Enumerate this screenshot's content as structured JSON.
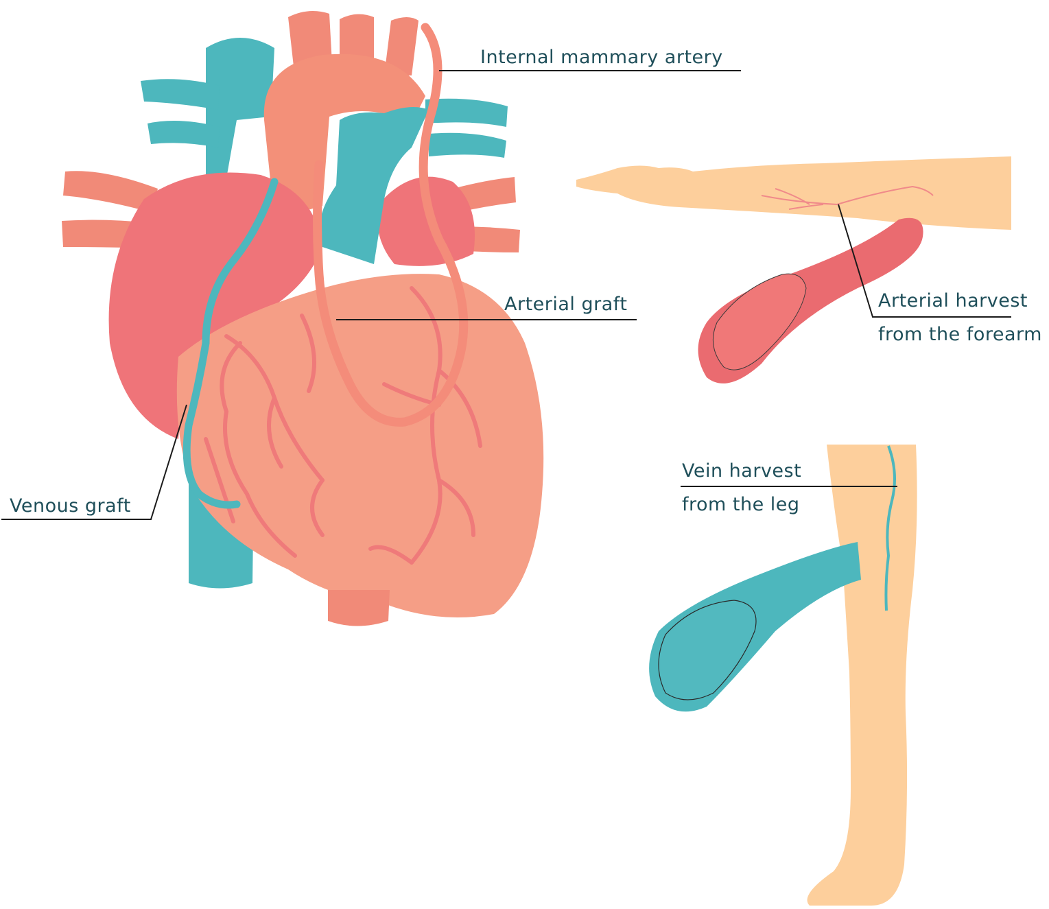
{
  "labels": {
    "internal_mammary": "Internal mammary artery",
    "arterial_graft": "Arterial graft",
    "venous_graft": "Venous graft",
    "arterial_harvest_line1": "Arterial harvest",
    "arterial_harvest_line2": "from the forearm",
    "vein_harvest_line1": "Vein harvest",
    "vein_harvest_line2": "from the leg"
  },
  "colors": {
    "label_text": "#1f4f5a",
    "teal_vessel": "#4db7bd",
    "artery_salmon": "#f18a78",
    "heart_body": "#f59e86",
    "atrium_pink": "#ef7479",
    "skin": "#fdcf9c"
  }
}
